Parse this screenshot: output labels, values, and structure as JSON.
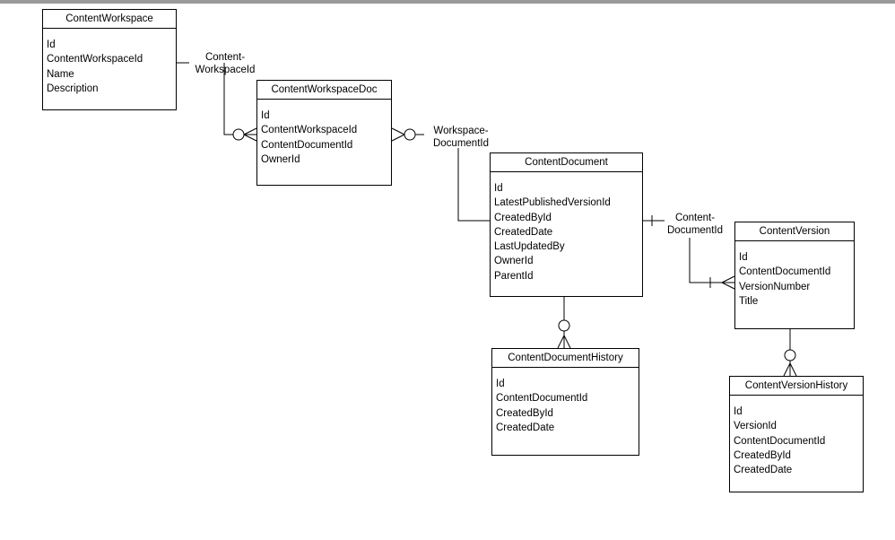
{
  "entities": [
    {
      "id": "content-workspace",
      "title": "ContentWorkspace",
      "fields": [
        "Id",
        "ContentWorkspaceId",
        "Name",
        "Description"
      ]
    },
    {
      "id": "content-workspace-doc",
      "title": "ContentWorkspaceDoc",
      "fields": [
        "Id",
        "ContentWorkspaceId",
        "ContentDocumentId",
        "OwnerId"
      ]
    },
    {
      "id": "content-document",
      "title": "ContentDocument",
      "fields": [
        "Id",
        "LatestPublishedVersionId",
        "CreatedById",
        "CreatedDate",
        "LastUpdatedBy",
        "OwnerId",
        "ParentId"
      ]
    },
    {
      "id": "content-version",
      "title": "ContentVersion",
      "fields": [
        "Id",
        "ContentDocumentId",
        "VersionNumber",
        "Title"
      ]
    },
    {
      "id": "content-document-history",
      "title": "ContentDocumentHistory",
      "fields": [
        "Id",
        "ContentDocumentId",
        "CreatedById",
        "CreatedDate"
      ]
    },
    {
      "id": "content-version-history",
      "title": "ContentVersionHistory",
      "fields": [
        "Id",
        "VersionId",
        "ContentDocumentId",
        "CreatedById",
        "CreatedDate"
      ]
    }
  ],
  "relationships": [
    {
      "from": "content-workspace",
      "to": "content-workspace-doc",
      "label_line1": "Content-",
      "label_line2": "WorkspaceId",
      "cardinality": "one-to-zero-or-many"
    },
    {
      "from": "content-workspace-doc",
      "to": "content-document",
      "label_line1": "Workspace-",
      "label_line2": "DocumentId",
      "cardinality": "zero-or-many-to-one"
    },
    {
      "from": "content-document",
      "to": "content-version",
      "label_line1": "Content-",
      "label_line2": "DocumentId",
      "cardinality": "one-to-one-or-many"
    },
    {
      "from": "content-document",
      "to": "content-document-history",
      "cardinality": "one-to-zero-or-many"
    },
    {
      "from": "content-version",
      "to": "content-version-history",
      "cardinality": "one-to-zero-or-many"
    }
  ]
}
